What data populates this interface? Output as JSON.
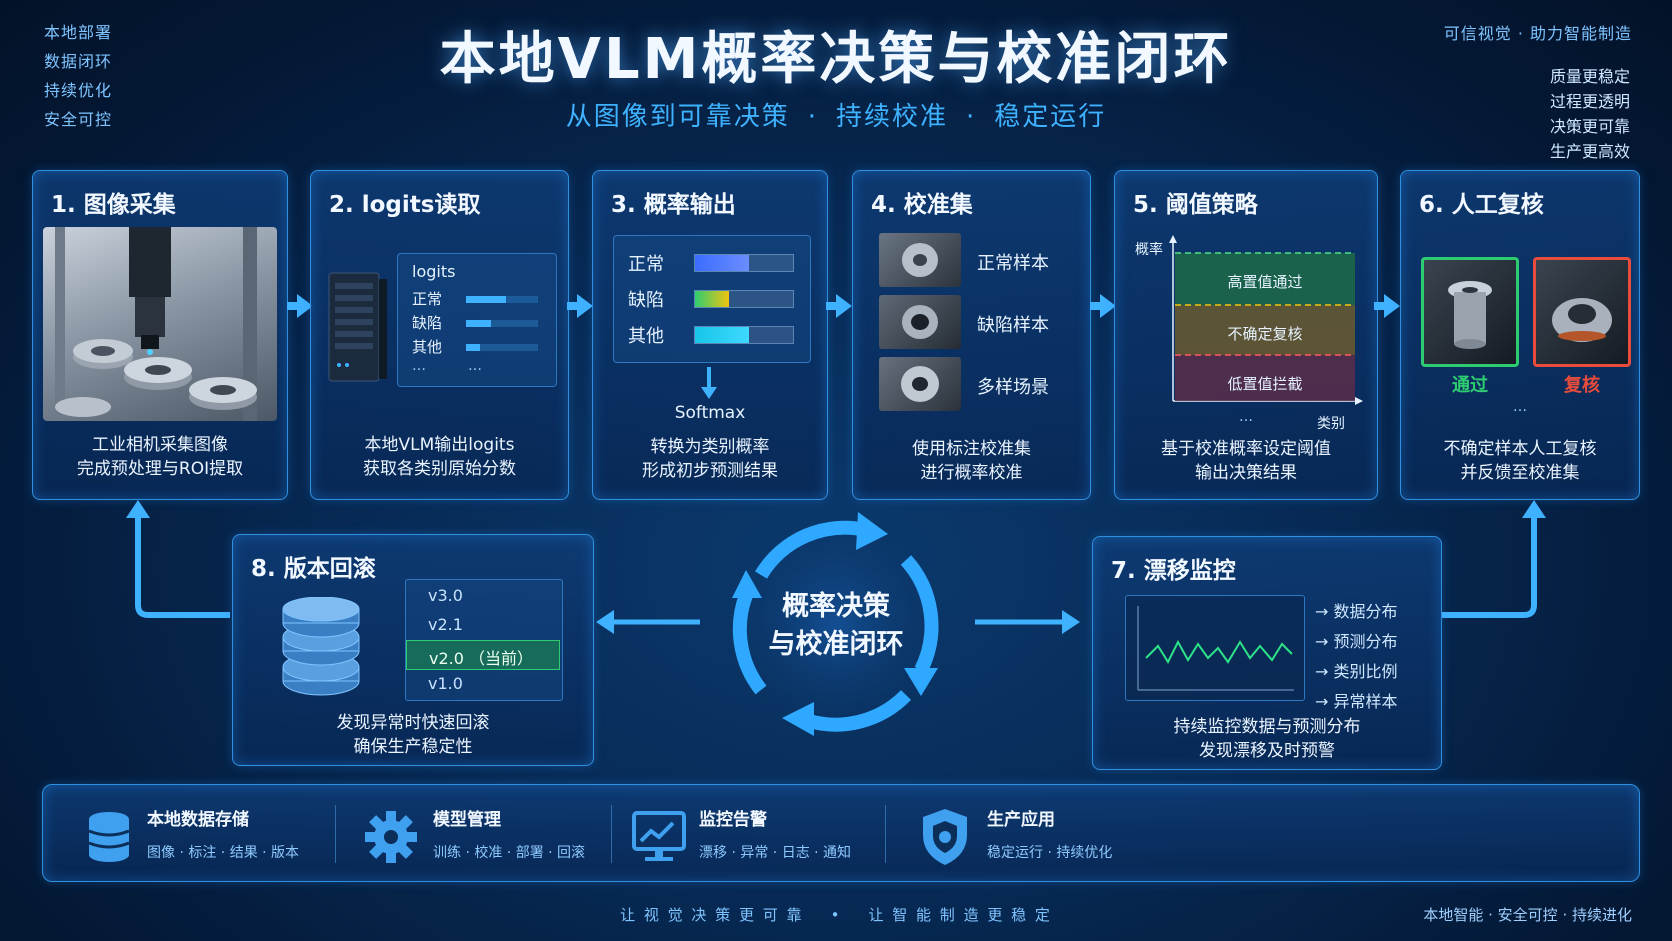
{
  "left_tags": [
    "本地部署",
    "数据闭环",
    "持续优化",
    "安全可控"
  ],
  "top_right": {
    "tagline": "可信视觉 · 助力智能制造",
    "items": [
      "质量更稳定",
      "过程更透明",
      "决策更可靠",
      "生产更高效"
    ]
  },
  "title": "本地VLM概率决策与校准闭环",
  "subtitle": {
    "part1": "从图像到可靠决策",
    "dot": "·",
    "part2": "持续校准",
    "part3": "稳定运行"
  },
  "steps": {
    "s1": {
      "title": "1.  图像采集",
      "desc1": "工业相机采集图像",
      "desc2": "完成预处理与ROI提取"
    },
    "s2": {
      "title": "2.  logits读取",
      "box_title": "logits",
      "rows": [
        "正常",
        "缺陷",
        "其他"
      ],
      "fills": [
        0.55,
        0.35,
        0.2
      ],
      "ellipsis": [
        "…",
        "…"
      ],
      "desc1": "本地VLM输出logits",
      "desc2": "获取各类别原始分数"
    },
    "s3": {
      "title": "3.  概率输出",
      "rows": [
        "正常",
        "缺陷",
        "其他"
      ],
      "fills": [
        0.55,
        0.35,
        0.55
      ],
      "softmax": "Softmax",
      "desc1": "转换为类别概率",
      "desc2": "形成初步预测结果"
    },
    "s4": {
      "title": "4.  校准集",
      "items": [
        "正常样本",
        "缺陷样本",
        "多样场景"
      ],
      "desc1": "使用标注校准集",
      "desc2": "进行概率校准"
    },
    "s5": {
      "title": "5.  阈值策略",
      "ylabel": "概率",
      "xlabel": "类别",
      "xellipsis": "…",
      "bands": [
        "高置值通过",
        "不确定复核",
        "低置值拦截"
      ],
      "desc1": "基于校准概率设定阈值",
      "desc2": "输出决策结果"
    },
    "s6": {
      "title": "6.  人工复核",
      "pass_label": "通过",
      "review_label": "复核",
      "ellipsis": "…",
      "desc1": "不确定样本人工复核",
      "desc2": "并反馈至校准集"
    },
    "s7": {
      "title": "7.  漂移监控",
      "list": [
        "数据分布",
        "预测分布",
        "类别比例",
        "异常样本"
      ],
      "desc1": "持续监控数据与预测分布",
      "desc2": "发现漂移及时预警"
    },
    "s8": {
      "title": "8.  版本回滚",
      "versions": [
        "v3.0",
        "v2.1",
        "v2.0  （当前）",
        "v1.0"
      ],
      "desc1": "发现异常时快速回滚",
      "desc2": "确保生产稳定性"
    }
  },
  "center": {
    "line1": "概率决策",
    "line2": "与校准闭环"
  },
  "footer": [
    {
      "icon": "database-icon",
      "title": "本地数据存储",
      "sub": "图像 · 标注 · 结果 · 版本"
    },
    {
      "icon": "gear-icon",
      "title": "模型管理",
      "sub": "训练 · 校准 · 部署 · 回滚"
    },
    {
      "icon": "monitor-chart-icon",
      "title": "监控告警",
      "sub": "漂移 · 异常 · 日志 · 通知"
    },
    {
      "icon": "shield-icon",
      "title": "生产应用",
      "sub": "稳定运行 · 持续优化"
    }
  ],
  "bottom": {
    "center": "让 视 觉 决 策 更 可 靠    •    让 智 能 制 造 更 稳 定",
    "right": "本地智能 · 安全可控 · 持续进化"
  },
  "colors": {
    "accent": "#3fb2ff",
    "pass": "#2ecc71",
    "review": "#e74c3c"
  }
}
